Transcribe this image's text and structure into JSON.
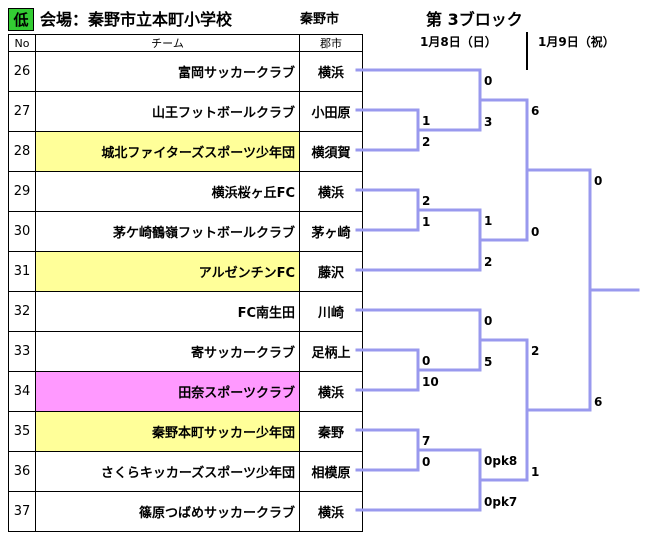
{
  "header": {
    "badge": "低",
    "venue": "会場：秦野市立本町小学校",
    "city": "秦野市",
    "block": "第 3ブロック",
    "date1": "1月8日（日）",
    "date2": "1月9日（祝）"
  },
  "columns": {
    "no": "No",
    "team": "チーム",
    "city": "郡市"
  },
  "rows": [
    {
      "no": "26",
      "team": "富岡サッカークラブ",
      "city": "横浜",
      "hl": ""
    },
    {
      "no": "27",
      "team": "山王フットボールクラブ",
      "city": "小田原",
      "hl": ""
    },
    {
      "no": "28",
      "team": "城北ファイターズスポーツ少年団",
      "city": "横須賀",
      "hl": "yellow"
    },
    {
      "no": "29",
      "team": "横浜桜ヶ丘FC",
      "city": "横浜",
      "hl": ""
    },
    {
      "no": "30",
      "team": "茅ケ崎鶴嶺フットボールクラブ",
      "city": "茅ヶ崎",
      "hl": ""
    },
    {
      "no": "31",
      "team": "アルゼンチンFC",
      "city": "藤沢",
      "hl": "yellow"
    },
    {
      "no": "32",
      "team": "FC南生田",
      "city": "川崎",
      "hl": ""
    },
    {
      "no": "33",
      "team": "寄サッカークラブ",
      "city": "足柄上",
      "hl": ""
    },
    {
      "no": "34",
      "team": "田奈スポーツクラブ",
      "city": "横浜",
      "hl": "pink"
    },
    {
      "no": "35",
      "team": "秦野本町サッカー少年団",
      "city": "秦野",
      "hl": "yellow"
    },
    {
      "no": "36",
      "team": "さくらキッカーズスポーツ少年団",
      "city": "相模原",
      "hl": ""
    },
    {
      "no": "37",
      "team": "篠原つばめサッカークラブ",
      "city": "横浜",
      "hl": ""
    }
  ],
  "scores": {
    "m27_28": [
      "1",
      "2"
    ],
    "m26_w": [
      "0",
      "3"
    ],
    "m29_30": [
      "2",
      "1"
    ],
    "m31_w": [
      "1",
      "2"
    ],
    "semi_top": [
      "6",
      "0"
    ],
    "m33_34": [
      "0",
      "10"
    ],
    "m32_w": [
      "0",
      "5"
    ],
    "m35_36": [
      "7",
      "0"
    ],
    "m37_w": [
      "0pk8",
      "0pk7"
    ],
    "semi_bot": [
      "2",
      "1"
    ],
    "final": [
      "0",
      "6"
    ]
  },
  "colors": {
    "bracket": "#9999ee",
    "yellow": "#ffff99",
    "pink": "#ff99ff",
    "badge": "#33cc33"
  }
}
